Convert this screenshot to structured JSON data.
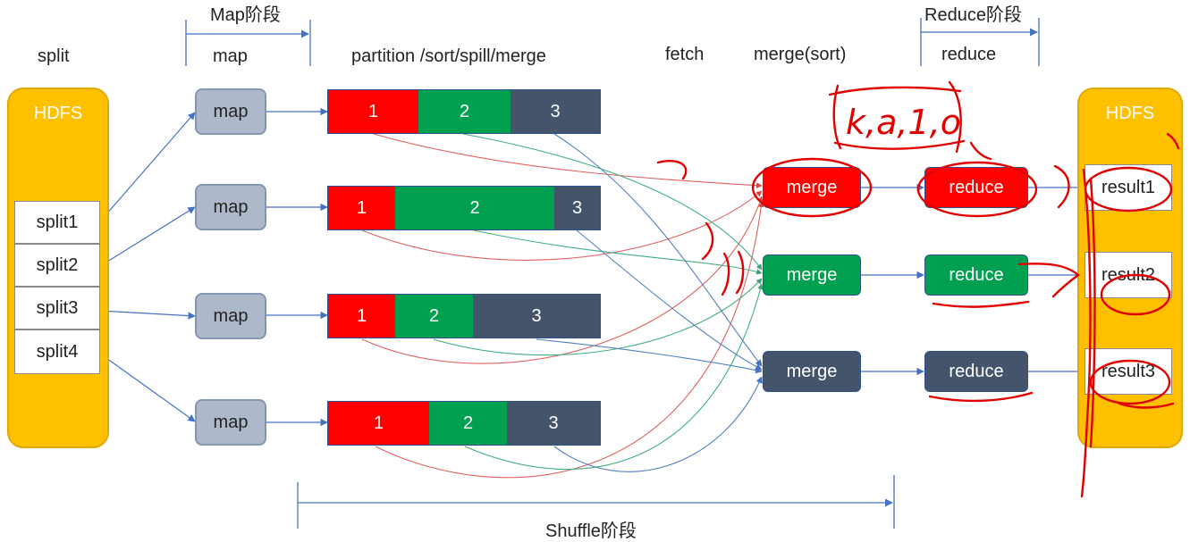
{
  "labels": {
    "split": "split",
    "map_stage": "Map阶段",
    "map": "map",
    "partition": "partition /sort/spill/merge",
    "fetch": "fetch",
    "merge_sort": "merge(sort)",
    "reduce_stage": "Reduce阶段",
    "reduce": "reduce",
    "shuffle_stage": "Shuffle阶段"
  },
  "hdfs_in": {
    "title": "HDFS",
    "splits": [
      "split1",
      "split2",
      "split3",
      "split4"
    ]
  },
  "maps": [
    "map",
    "map",
    "map",
    "map"
  ],
  "partitions": [
    [
      "1",
      "2",
      "3"
    ],
    [
      "1",
      "2",
      "3"
    ],
    [
      "1",
      "2",
      "3"
    ],
    [
      "1",
      "2",
      "3"
    ]
  ],
  "merges": [
    "merge",
    "merge",
    "merge"
  ],
  "reduces": [
    "reduce",
    "reduce",
    "reduce"
  ],
  "hdfs_out": {
    "title": "HDFS",
    "results": [
      "result1",
      "result2",
      "result3"
    ]
  },
  "annotation": {
    "handwritten_text": "k,a,1,o"
  },
  "colors": {
    "red": "#FF0000",
    "green": "#00A050",
    "navy": "#44546A",
    "hdfs": "#FFC000",
    "map": "#ADB9CA",
    "arrow": "#4472C4",
    "ink": "#E00000"
  }
}
